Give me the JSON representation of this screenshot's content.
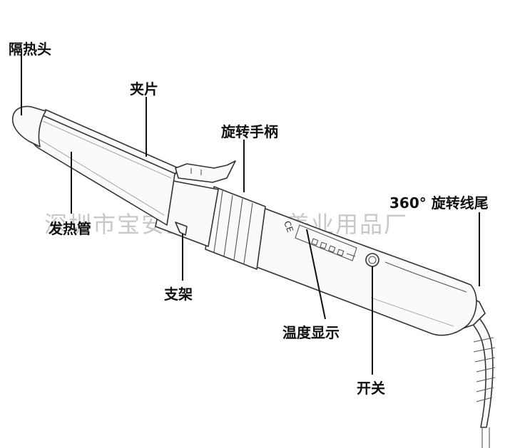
{
  "labels": {
    "insulated_tip": "隔热头",
    "clip": "夹片",
    "rotating_handle": "旋转手柄",
    "heating_tube": "发热管",
    "stand": "支架",
    "cord_tail": "360° 旋转线尾",
    "temperature_display": "温度显示",
    "switch": "开关"
  },
  "device": {
    "ce_mark": "CE"
  },
  "watermark": "深圳市宝安区沙井金霞美业用品厂"
}
